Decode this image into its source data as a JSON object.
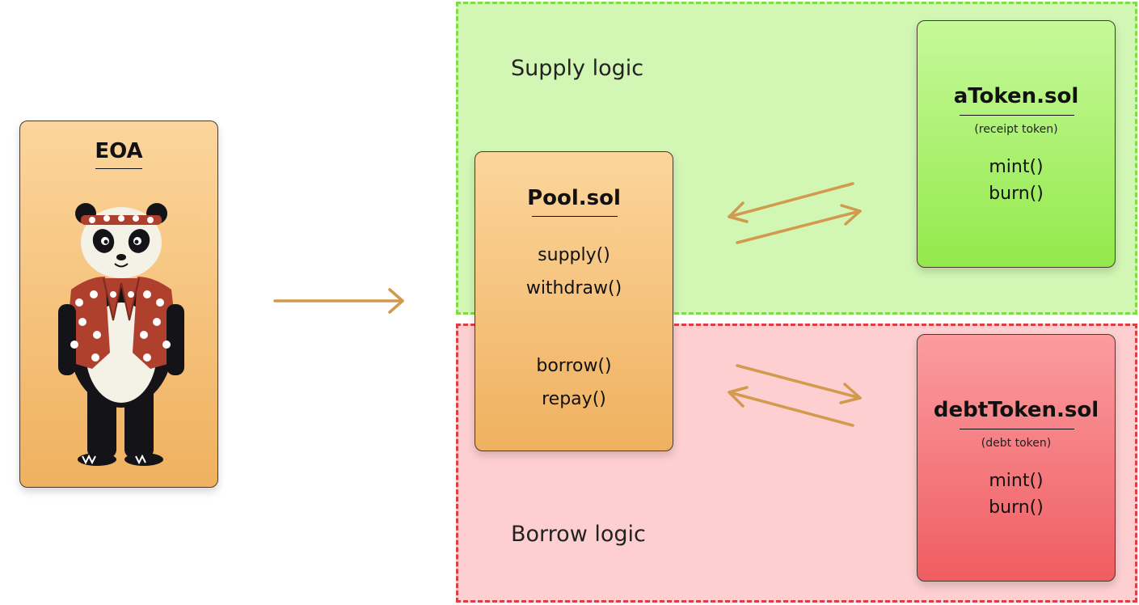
{
  "eoa": {
    "title": "EOA"
  },
  "supply_zone": {
    "label": "Supply logic"
  },
  "borrow_zone": {
    "label": "Borrow logic"
  },
  "pool": {
    "title": "Pool.sol",
    "functions": [
      "supply()",
      "withdraw()",
      "borrow()",
      "repay()"
    ]
  },
  "atoken": {
    "title": "aToken.sol",
    "subtitle": "(receipt token)",
    "functions": [
      "mint()",
      "burn()"
    ]
  },
  "debttoken": {
    "title": "debtToken.sol",
    "subtitle": "(debt token)",
    "functions": [
      "mint()",
      "burn()"
    ]
  },
  "colors": {
    "arrow": "#d29a4c",
    "supply_fill": "#d2f6b4",
    "supply_border": "#7fdc44",
    "borrow_fill": "#fdcfd1",
    "borrow_border": "#df3f43"
  }
}
